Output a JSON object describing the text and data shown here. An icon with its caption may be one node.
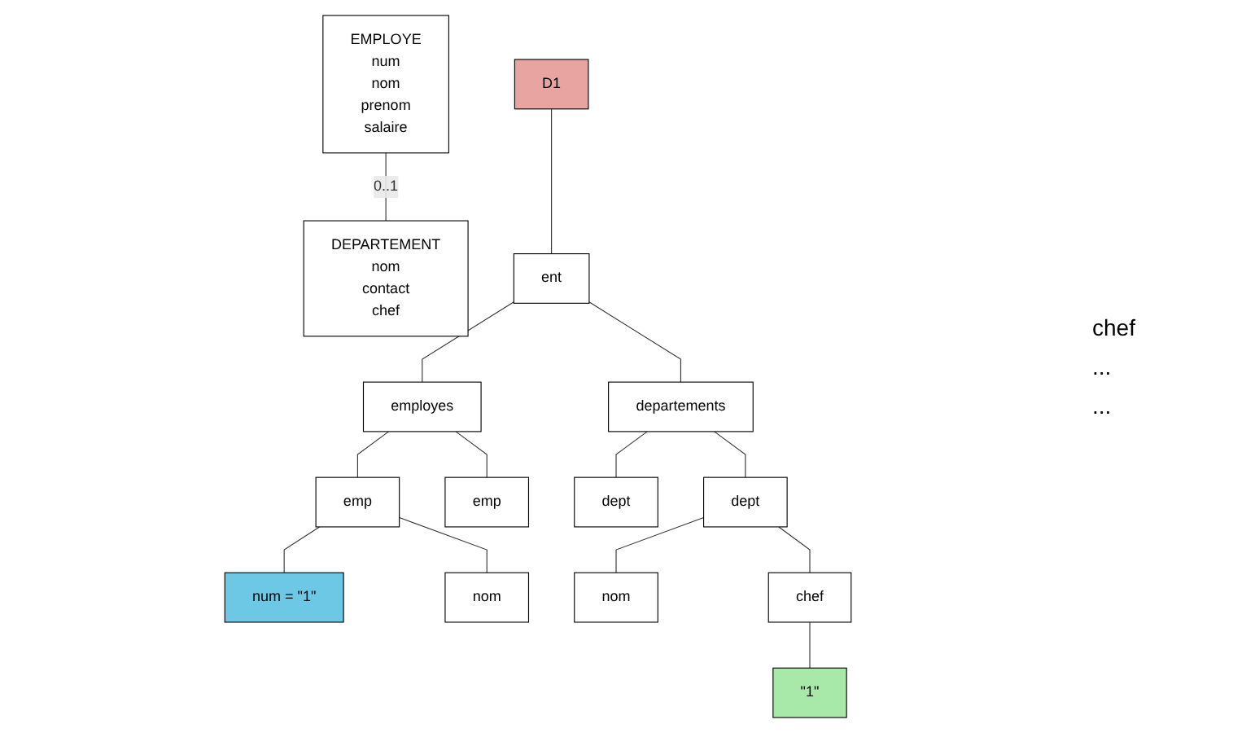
{
  "diagram": {
    "nodes": [
      {
        "text": [
          "EMPLOYE",
          "num",
          "nom",
          "prenom",
          "salaire"
        ]
      },
      {
        "text": [
          "DEPARTEMENT",
          "nom",
          "contact",
          "chef"
        ]
      },
      {
        "text": [
          "D1"
        ]
      },
      {
        "text": [
          "ent"
        ]
      },
      {
        "text": [
          "employes"
        ]
      },
      {
        "text": [
          "departements"
        ]
      },
      {
        "text": [
          "emp"
        ]
      },
      {
        "text": [
          "emp"
        ]
      },
      {
        "text": [
          "dept"
        ]
      },
      {
        "text": [
          "dept"
        ]
      },
      {
        "text": [
          "num = \"1\""
        ]
      },
      {
        "text": [
          "nom"
        ]
      },
      {
        "text": [
          "nom"
        ]
      },
      {
        "text": [
          "chef"
        ]
      },
      {
        "text": [
          "\"1\""
        ]
      }
    ],
    "edges": [
      {
        "from": 0,
        "to": 1,
        "arrow": "none",
        "label": "0..1"
      },
      {
        "from": 2,
        "to": 3,
        "arrow": "none"
      },
      {
        "from": 3,
        "to": 4,
        "arrow": "none"
      },
      {
        "from": 3,
        "to": 5,
        "arrow": "none"
      },
      {
        "from": 4,
        "to": 6,
        "arrow": "none"
      },
      {
        "from": 4,
        "to": 7,
        "arrow": "none"
      },
      {
        "from": 5,
        "to": 8,
        "arrow": "none"
      },
      {
        "from": 5,
        "to": 9,
        "arrow": "none"
      },
      {
        "from": 6,
        "to": 10,
        "arrow": "none"
      },
      {
        "from": 6,
        "to": 11,
        "arrow": "none"
      },
      {
        "from": 9,
        "to": 12,
        "arrow": "none"
      },
      {
        "from": 9,
        "to": 13,
        "arrow": "none"
      },
      {
        "from": 13,
        "to": 14,
        "arrow": "none"
      }
    ],
    "labels": [
      "chef",
      "...",
      "..."
    ]
  }
}
